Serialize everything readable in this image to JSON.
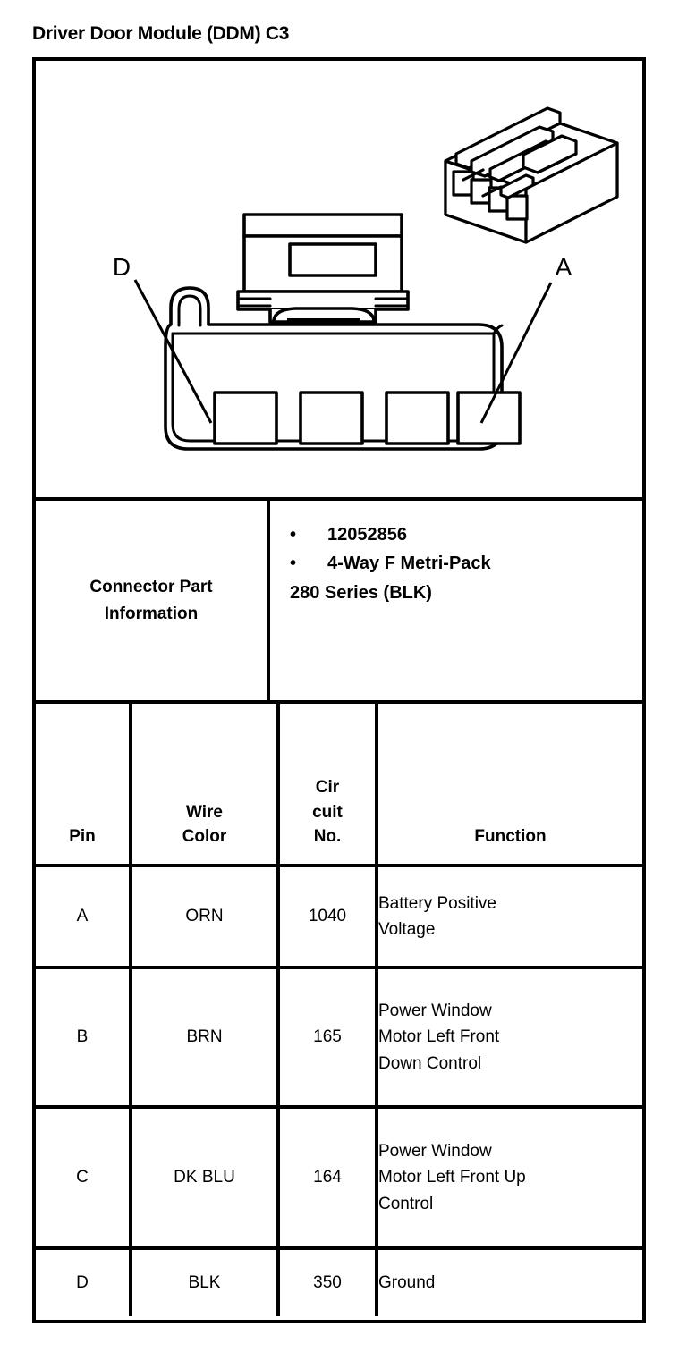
{
  "page": {
    "title": "Driver Door Module (DDM) C3"
  },
  "illustration": {
    "callouts": [
      {
        "id": "callout-d",
        "label": "D"
      },
      {
        "id": "callout-a",
        "label": "A"
      }
    ],
    "cavity_count": 4,
    "views": [
      "isometric-connector-view",
      "front-connector-view"
    ]
  },
  "connector_info": {
    "label_line1": "Connector Part",
    "label_line2": "Information",
    "bullet1": "12052856",
    "bullet2": "4-Way F Metri-Pack",
    "bullet2_wrap": "280 Series (BLK)"
  },
  "pin_table": {
    "headers": {
      "pin": "Pin",
      "wire_color_line1": "Wire",
      "wire_color_line2": "Color",
      "circuit_line1": "Cir",
      "circuit_line2": "cuit",
      "circuit_line3": "No.",
      "function": "Function"
    },
    "rows": [
      {
        "pin": "A",
        "wire_color": "ORN",
        "circuit_no": "1040",
        "function_line1": "Battery Positive",
        "function_line2": "Voltage",
        "function_line3": ""
      },
      {
        "pin": "B",
        "wire_color": "BRN",
        "circuit_no": "165",
        "function_line1": "Power Window",
        "function_line2": "Motor Left Front",
        "function_line3": "Down Control"
      },
      {
        "pin": "C",
        "wire_color": "DK BLU",
        "circuit_no": "164",
        "function_line1": "Power Window",
        "function_line2": "Motor Left Front Up",
        "function_line3": "Control"
      },
      {
        "pin": "D",
        "wire_color": "BLK",
        "circuit_no": "350",
        "function_line1": "Ground",
        "function_line2": "",
        "function_line3": ""
      }
    ]
  },
  "colors": {
    "ink": "#000000",
    "paper": "#ffffff"
  }
}
